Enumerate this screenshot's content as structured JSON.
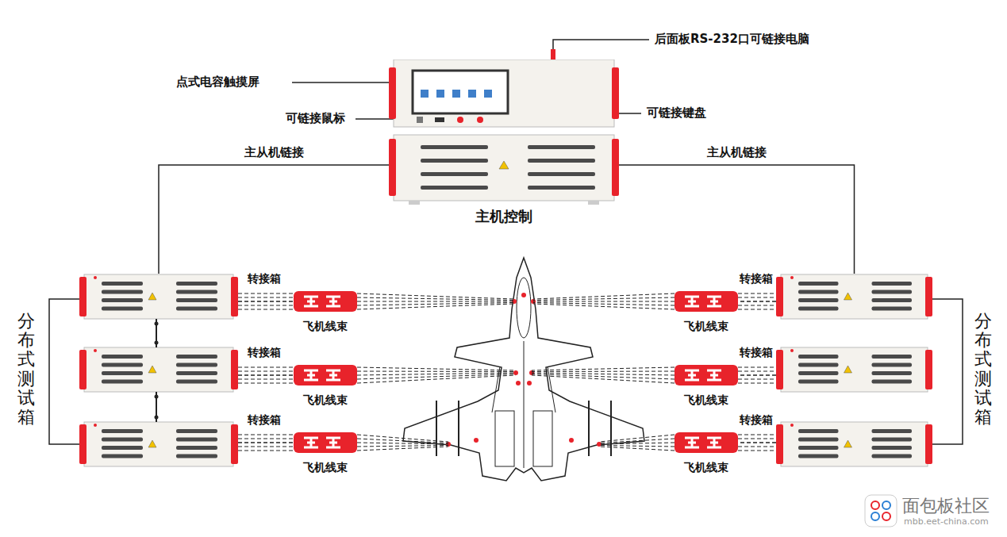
{
  "diagram": {
    "nodes": [
      {
        "text": [
          "主机控制"
        ]
      },
      {
        "text": [
          "分布式测试箱"
        ]
      },
      {
        "text": [
          "转接箱",
          "飞机线束"
        ]
      },
      {
        "text": [
          "转接箱",
          "飞机线束"
        ]
      },
      {
        "text": [
          "分布式测试箱"
        ]
      },
      {
        "text": [
          "转接箱",
          "飞机线束"
        ]
      },
      {
        "text": [
          "转接箱",
          "飞机线束"
        ]
      },
      {
        "text": [
          "转接箱",
          "飞机线束"
        ]
      },
      {
        "text": [
          "转接箱",
          "飞机线束"
        ]
      }
    ],
    "edges": [
      {
        "from": 0,
        "to": 1,
        "label": "主从机链接",
        "arrow": "none"
      },
      {
        "from": 0,
        "to": 4,
        "label": "主从机链接",
        "arrow": "none"
      },
      {
        "from": 1,
        "to": 2,
        "arrow": "none"
      },
      {
        "from": 1,
        "to": 5,
        "arrow": "none"
      },
      {
        "from": 1,
        "to": 7,
        "arrow": "none"
      },
      {
        "from": 4,
        "to": 3,
        "arrow": "none"
      },
      {
        "from": 4,
        "to": 6,
        "arrow": "none"
      },
      {
        "from": 4,
        "to": 8,
        "arrow": "none"
      }
    ],
    "labels": [
      "后面板RS-232口可链接电脑",
      "点式电容触摸屏",
      "可链接鼠标",
      "可链接键盘",
      "面包板社区",
      "mbb.eet-china.com"
    ]
  }
}
